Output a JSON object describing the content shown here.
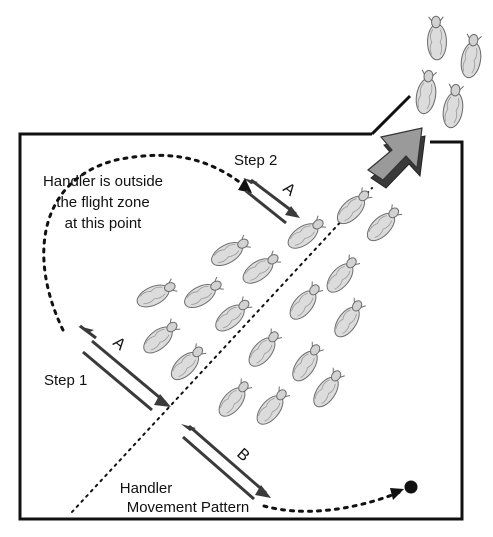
{
  "diagram": {
    "labels": {
      "handler_outside_line1": "Handler is outside",
      "handler_outside_line2": "the flight zone",
      "handler_outside_line3": "at this point",
      "step1": "Step 1",
      "step2": "Step 2",
      "letter_a_step1": "A",
      "letter_a_step2": "A",
      "letter_b": "B",
      "pattern_line1": "Handler",
      "pattern_line2": "Movement Pattern"
    },
    "colors": {
      "ink": "#111111",
      "arrow_gray": "#3a3a3a",
      "sheep_fill": "#dcdcdc",
      "sheep_stroke": "#6e6e6e",
      "exit_arrow": "#9a9a9a"
    },
    "icons": {
      "animal": "sheep-icon",
      "exit": "exit-arrow-icon",
      "handler": "handler-dot-icon"
    }
  }
}
